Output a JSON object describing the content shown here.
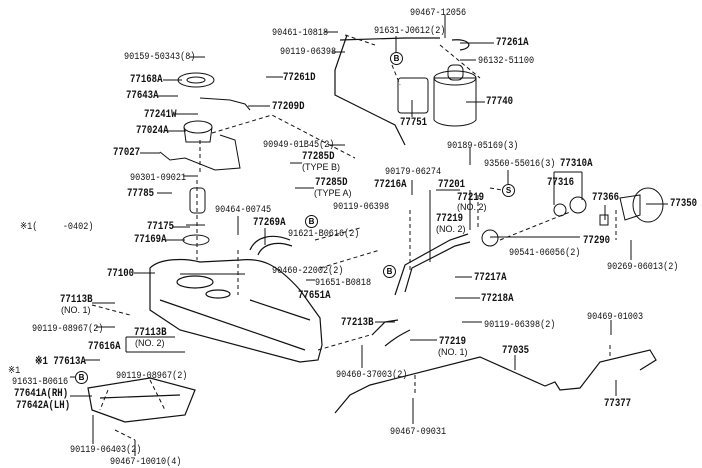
{
  "parts": [
    {
      "number": "90467-12056"
    },
    {
      "number": "90461-10818"
    },
    {
      "number": "91631-J0612(2)"
    },
    {
      "number": "77261A"
    },
    {
      "number": "90119-06398"
    },
    {
      "number": "96132-51100"
    },
    {
      "number": "90159-50343(8)"
    },
    {
      "number": "77261D"
    },
    {
      "number": "77168A"
    },
    {
      "number": "77643A"
    },
    {
      "number": "77209D"
    },
    {
      "number": "77740"
    },
    {
      "number": "77241W"
    },
    {
      "number": "77024A"
    },
    {
      "number": "77751"
    },
    {
      "number": "90949-01B45(2)"
    },
    {
      "number": "90189-05169(3)"
    },
    {
      "number": "77027"
    },
    {
      "number": "77285D",
      "note": "(TYPE B)"
    },
    {
      "number": "90301-09021"
    },
    {
      "number": "90179-06274"
    },
    {
      "number": "93560-55016(3)"
    },
    {
      "number": "77310A"
    },
    {
      "number": "77285D",
      "note": "(TYPE A)"
    },
    {
      "number": "77216A"
    },
    {
      "number": "77201"
    },
    {
      "number": "77316"
    },
    {
      "number": "77219",
      "note": "(NO. 2)"
    },
    {
      "number": "77366"
    },
    {
      "number": "77350"
    },
    {
      "number": "77785"
    },
    {
      "number": "90119-06398"
    },
    {
      "number": "77219",
      "note": "(NO. 2)"
    },
    {
      "number": "90464-00745"
    },
    {
      "number": "※1(     -0402)"
    },
    {
      "number": "77175"
    },
    {
      "number": "77269A"
    },
    {
      "number": "91621-B0616(2)"
    },
    {
      "number": "77169A"
    },
    {
      "number": "90541-06056(2)"
    },
    {
      "number": "77290"
    },
    {
      "number": "90269-06013(2)"
    },
    {
      "number": "77100"
    },
    {
      "number": "90460-22002(2)"
    },
    {
      "number": "91651-B0818"
    },
    {
      "number": "77217A"
    },
    {
      "number": "77651A"
    },
    {
      "number": "77113B",
      "note": "(NO. 1)"
    },
    {
      "number": "77218A"
    },
    {
      "number": "90119-08967(2)"
    },
    {
      "number": "77113B",
      "note": "(NO. 2)"
    },
    {
      "number": "90119-06398(2)"
    },
    {
      "number": "90469-01003"
    },
    {
      "number": "77616A"
    },
    {
      "number": "77213B"
    },
    {
      "number": "77219",
      "note": "(NO. 1)"
    },
    {
      "number": "77035"
    },
    {
      "number": "※1 77613A"
    },
    {
      "number": "※1"
    },
    {
      "number": "91631-B0616"
    },
    {
      "number": "90119-08967(2)"
    },
    {
      "number": "90460-37003(2)"
    },
    {
      "number": "77641A(RH)"
    },
    {
      "number": "77642A(LH)"
    },
    {
      "number": "77377"
    },
    {
      "number": "90467-09031"
    },
    {
      "number": "90119-06403(2)"
    },
    {
      "number": "90467-10010(4)"
    }
  ],
  "markers": [
    "B",
    "B",
    "B",
    "S",
    "B"
  ]
}
